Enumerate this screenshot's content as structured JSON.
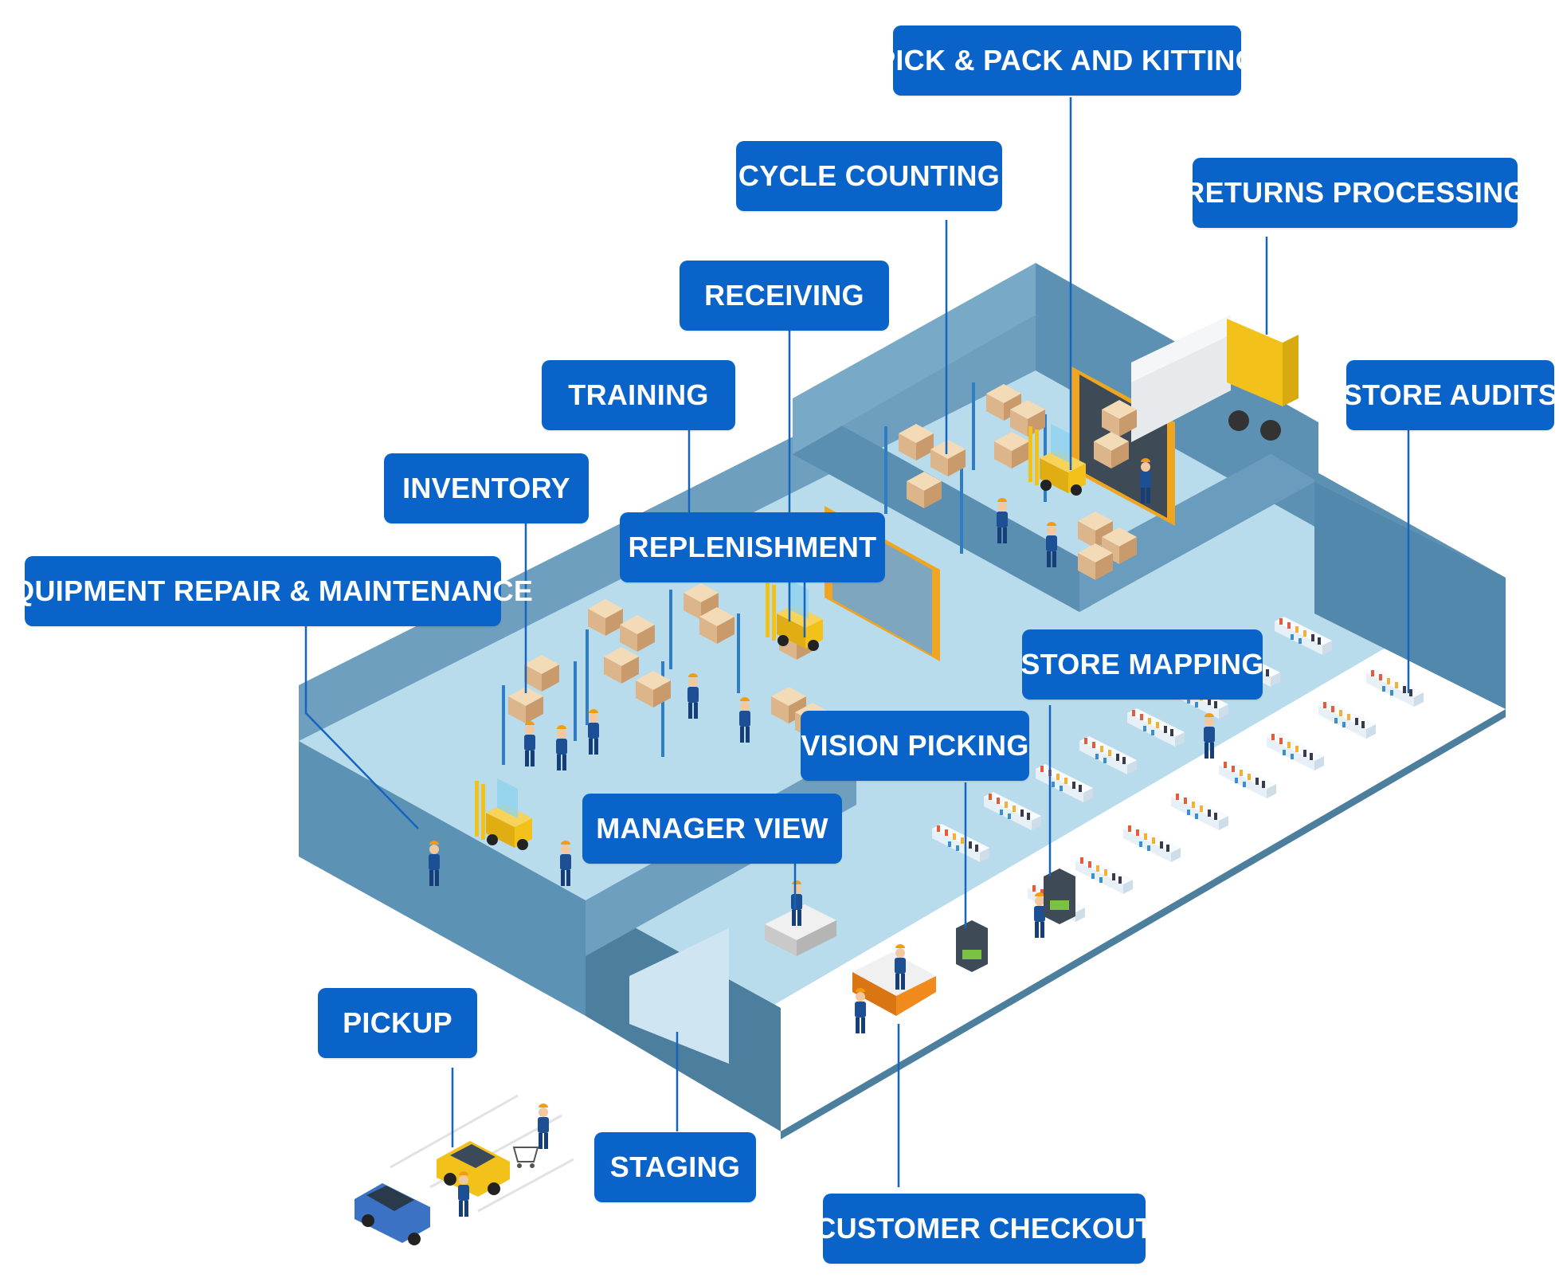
{
  "colors": {
    "label_bg": "#0a63c8",
    "label_text": "#ffffff",
    "leader_line": "#1565c0",
    "wall": "#6e9fbf",
    "wall_dark": "#4c7f9e",
    "floor": "#b9dcec",
    "box": "#e9c9a0",
    "forklift": "#f2c21b",
    "worker": "#1d4f94"
  },
  "labels": {
    "pick_pack": "PICK & PACK AND KITTING",
    "cycle_counting": "CYCLE COUNTING",
    "returns_processing": "RETURNS PROCESSING",
    "receiving": "RECEIVING",
    "training": "TRAINING",
    "store_audits": "STORE AUDITS",
    "inventory": "INVENTORY",
    "replenishment": "REPLENISHMENT",
    "equipment_repair": "EQUIPMENT REPAIR & MAINTENANCE",
    "store_mapping": "STORE MAPPING",
    "vision_picking": "VISION PICKING",
    "manager_view": "MANAGER VIEW",
    "pickup": "PICKUP",
    "staging": "STAGING",
    "customer_checkout": "CUSTOMER CHECKOUT"
  }
}
